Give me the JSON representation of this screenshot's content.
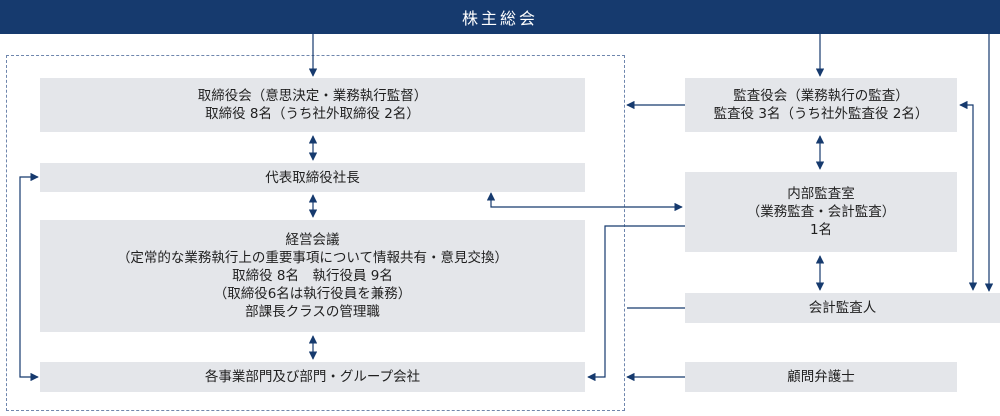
{
  "shareholders": {
    "label": "株主総会"
  },
  "board": {
    "lines": [
      "取締役会（意思決定・業務執行監督）",
      "取締役 8名（うち社外取締役 2名）"
    ]
  },
  "president": {
    "label": "代表取締役社長"
  },
  "management_meeting": {
    "lines": [
      "経営会議",
      "（定常的な業務執行上の重要事項について情報共有・意見交換）",
      "取締役 8名　執行役員 9名",
      "（取締役6名は執行役員を兼務）",
      "部課長クラスの管理職"
    ]
  },
  "divisions": {
    "label": "各事業部門及び部門・グループ会社"
  },
  "audit_board": {
    "lines": [
      "監査役会（業務執行の監査）",
      "監査役 3名（うち社外監査役 2名）"
    ]
  },
  "internal_audit": {
    "lines": [
      "内部監査室",
      "（業務監査・会計監査）",
      "1名"
    ]
  },
  "accounting_auditor": {
    "label": "会計監査人"
  },
  "legal_advisor": {
    "label": "顧問弁護士"
  },
  "colors": {
    "header_bg": "#163a6e",
    "box_bg": "#e4e6ea",
    "connector": "#163a6e",
    "region_border": "#6f86ad"
  }
}
